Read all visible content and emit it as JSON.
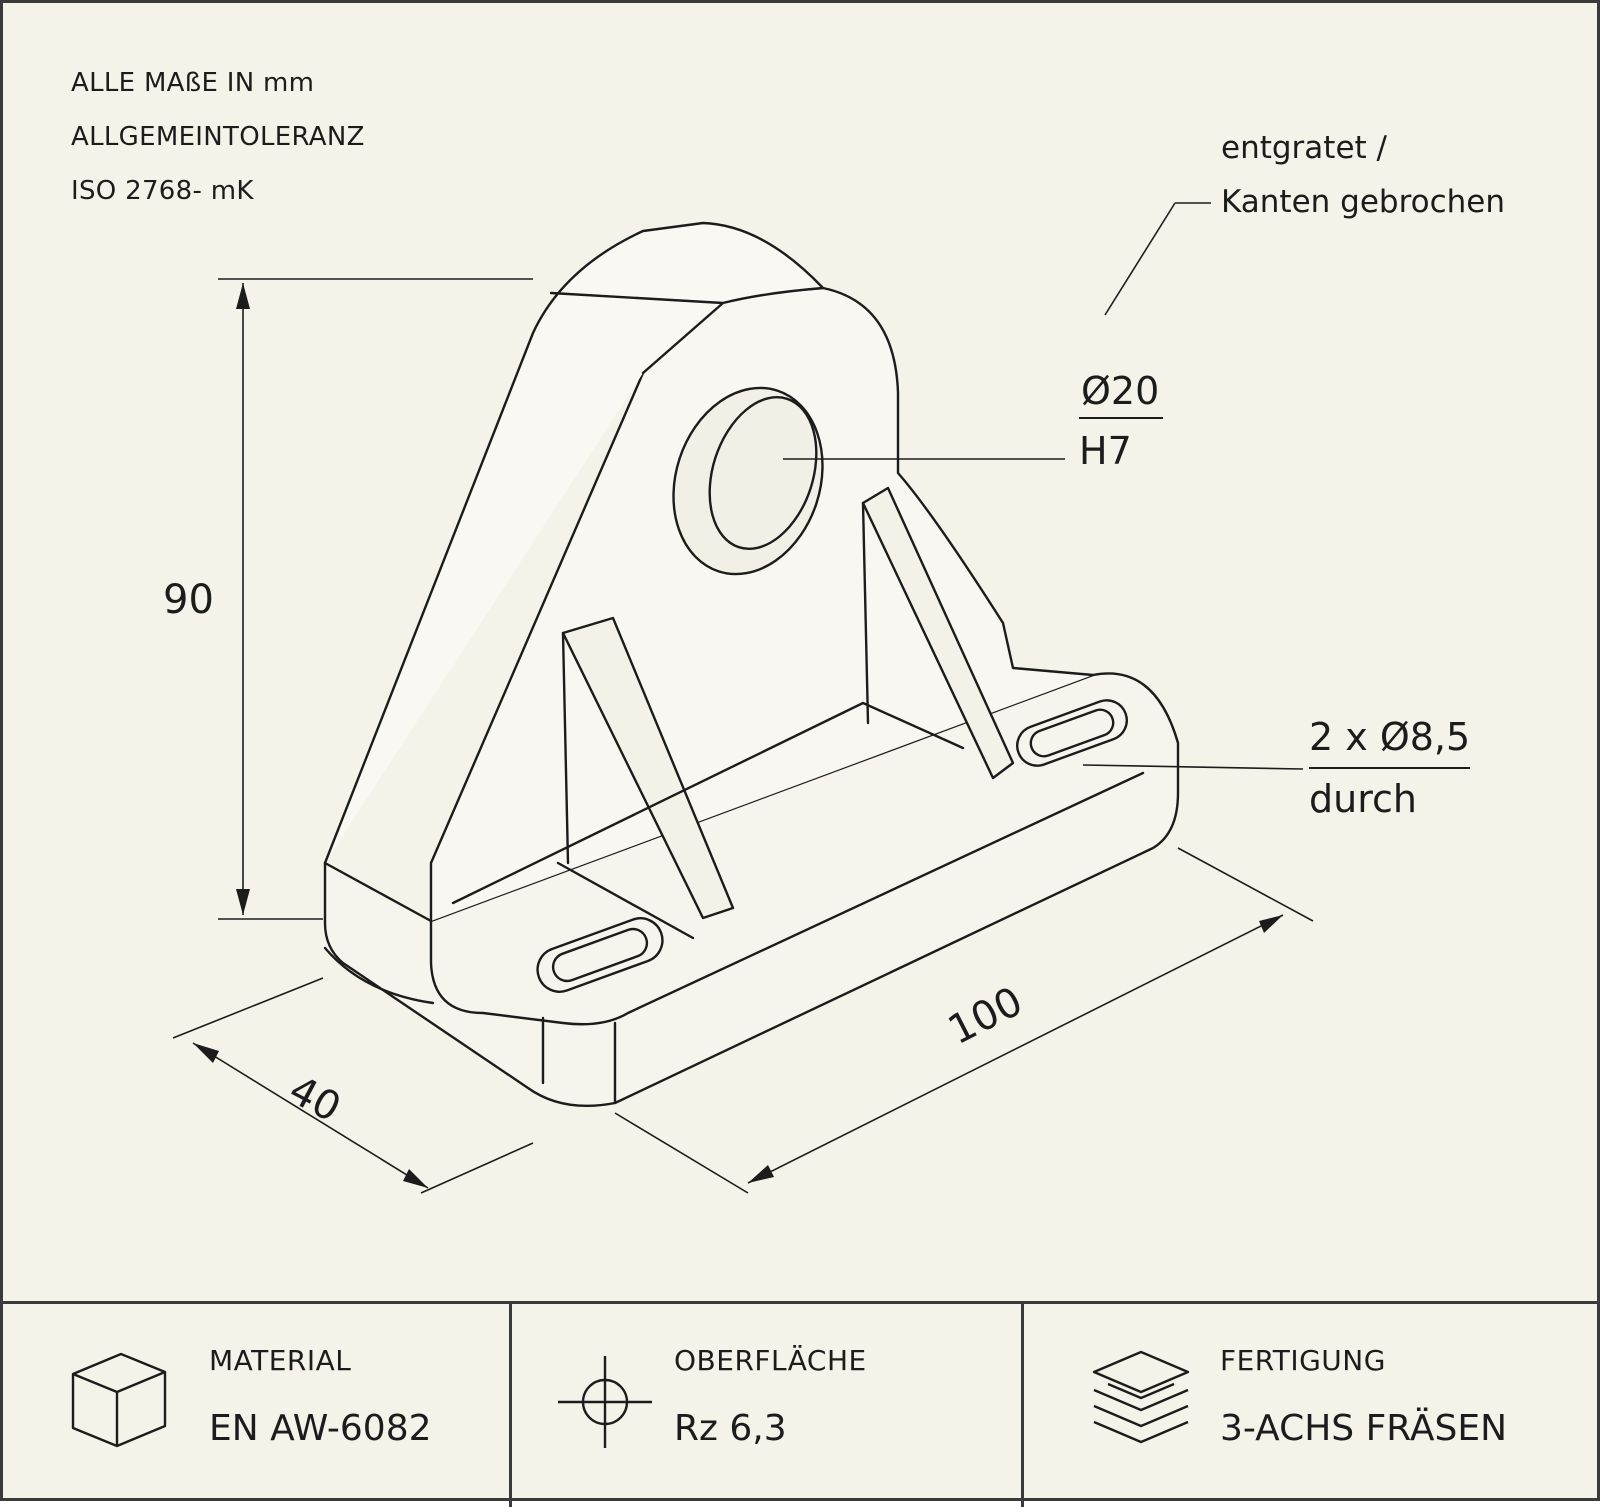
{
  "notes": [
    "ALLE MAßE IN mm",
    "ALLGEMEINTOLERANZ",
    "ISO 2768- mK"
  ],
  "callouts": {
    "deburr_line1": "entgratet /",
    "deburr_line2": "Kanten gebrochen",
    "bore_top": "Ø20",
    "bore_bottom": "H7",
    "slots_top": "2 x Ø8,5",
    "slots_bottom": "durch"
  },
  "dimensions": {
    "height": "90",
    "depth": "40",
    "length": "100"
  },
  "info": [
    {
      "icon": "cube-icon",
      "label": "MATERIAL",
      "value": "EN AW-6082"
    },
    {
      "icon": "surface-crosshair-icon",
      "label": "OBERFLÄCHE",
      "value": "Rz 6,3"
    },
    {
      "icon": "layers-icon",
      "label": "FERTIGUNG",
      "value": "3-ACHS FRÄSEN"
    }
  ],
  "colors": {
    "paper": "#f5f2ea",
    "ink": "#1c1c1c",
    "frame": "#3a3a3a"
  }
}
